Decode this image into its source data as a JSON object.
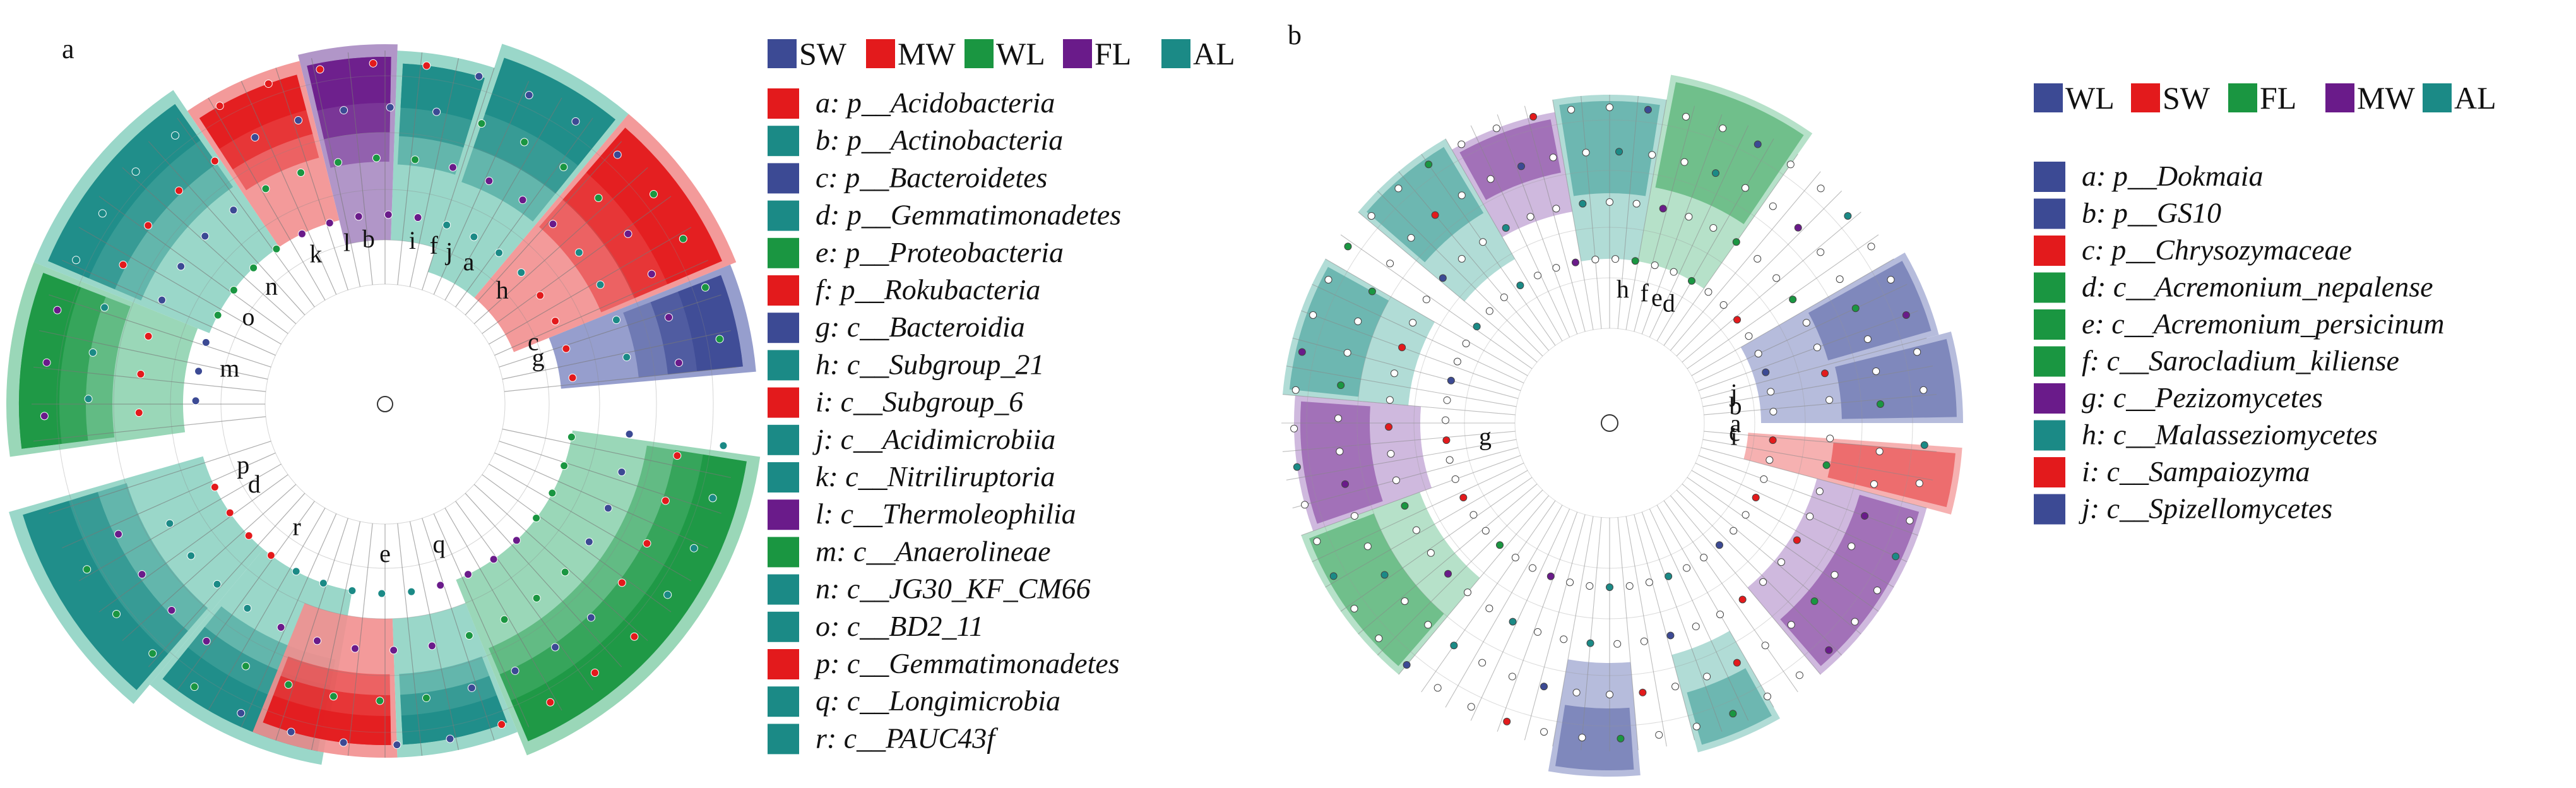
{
  "panels": [
    {
      "id": "a",
      "label": "a",
      "group_legend": [
        {
          "name": "SW",
          "color": "#3c4a94"
        },
        {
          "name": "MW",
          "color": "#e31a1c"
        },
        {
          "name": "WL",
          "color": "#1a9641"
        },
        {
          "name": "FL",
          "color": "#6a1b8a"
        },
        {
          "name": "AL",
          "color": "#1b8a86"
        }
      ],
      "clades": [
        {
          "letter": "a",
          "text": "a: p__Acidobacteria",
          "group": "MW"
        },
        {
          "letter": "b",
          "text": "b: p__Actinobacteria",
          "group": "AL"
        },
        {
          "letter": "c",
          "text": "c: p__Bacteroidetes",
          "group": "SW"
        },
        {
          "letter": "d",
          "text": "d: p__Gemmatimonadetes",
          "group": "AL"
        },
        {
          "letter": "e",
          "text": "e: p__Proteobacteria",
          "group": "WL"
        },
        {
          "letter": "f",
          "text": "f: p__Rokubacteria",
          "group": "MW"
        },
        {
          "letter": "g",
          "text": "g: c__Bacteroidia",
          "group": "SW"
        },
        {
          "letter": "h",
          "text": "h: c__Subgroup_21",
          "group": "AL"
        },
        {
          "letter": "i",
          "text": "i: c__Subgroup_6",
          "group": "MW"
        },
        {
          "letter": "j",
          "text": "j: c__Acidimicrobiia",
          "group": "AL"
        },
        {
          "letter": "k",
          "text": "k: c__Nitriliruptoria",
          "group": "AL"
        },
        {
          "letter": "l",
          "text": "l: c__Thermoleophilia",
          "group": "FL"
        },
        {
          "letter": "m",
          "text": "m: c__Anaerolineae",
          "group": "WL"
        },
        {
          "letter": "n",
          "text": "n: c__JG30_KF_CM66",
          "group": "AL"
        },
        {
          "letter": "o",
          "text": "o: c__BD2_11",
          "group": "AL"
        },
        {
          "letter": "p",
          "text": "p: c__Gemmatimonadetes",
          "group": "MW"
        },
        {
          "letter": "q",
          "text": "q: c__Longimicrobia",
          "group": "AL"
        },
        {
          "letter": "r",
          "text": "r: c__PAUC43f",
          "group": "AL"
        }
      ]
    },
    {
      "id": "b",
      "label": "b",
      "group_legend": [
        {
          "name": "WL",
          "color": "#3c4a94"
        },
        {
          "name": "SW",
          "color": "#e31a1c"
        },
        {
          "name": "FL",
          "color": "#1a9641"
        },
        {
          "name": "MW",
          "color": "#6a1b8a"
        },
        {
          "name": "AL",
          "color": "#1b8a86"
        }
      ],
      "clades": [
        {
          "letter": "a",
          "text": "a: p__Dokmaia",
          "group": "WL"
        },
        {
          "letter": "b",
          "text": "b: p__GS10",
          "group": "WL"
        },
        {
          "letter": "c",
          "text": "c: p__Chrysozymaceae",
          "group": "SW"
        },
        {
          "letter": "d",
          "text": "d: c__Acremonium_nepalense",
          "group": "FL"
        },
        {
          "letter": "e",
          "text": "e: c__Acremonium_persicinum",
          "group": "FL"
        },
        {
          "letter": "f",
          "text": "f: c__Sarocladium_kiliense",
          "group": "FL"
        },
        {
          "letter": "g",
          "text": "g: c__Pezizomycetes",
          "group": "MW"
        },
        {
          "letter": "h",
          "text": "h: c__Malasseziomycetes",
          "group": "AL"
        },
        {
          "letter": "i",
          "text": "i: c__Sampaiozyma",
          "group": "SW"
        },
        {
          "letter": "j",
          "text": "j: c__Spizellomycetes",
          "group": "WL"
        }
      ]
    }
  ]
}
